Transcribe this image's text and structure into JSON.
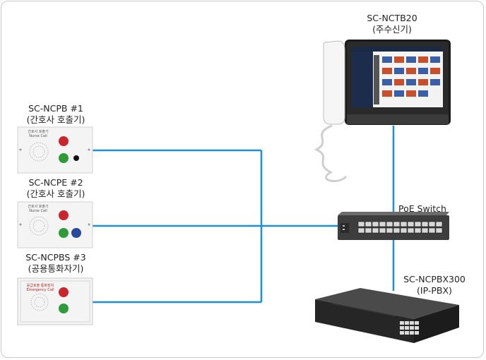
{
  "devices": {
    "master": {
      "name": "SC-NCTB20",
      "subtitle": "(주수신기)"
    },
    "nurse1": {
      "name": "SC-NCPB #1",
      "subtitle": "(간호사 호출기)",
      "panel_title": "간호사 호출기",
      "panel_sub": "Nurse Call"
    },
    "nurse2": {
      "name": "SC-NCPE #2",
      "subtitle": "(간호사 호출기)",
      "panel_title": "간호사 호출기",
      "panel_sub": "Nurse Call"
    },
    "public": {
      "name": "SC-NCPBS #3",
      "subtitle": "(공용통화자기)",
      "panel_title": "응급호출 통화장치",
      "panel_sub": "Emergency Call"
    },
    "switch": {
      "name": "PoE Switch"
    },
    "pbx": {
      "name": "SC-NCPBX300",
      "subtitle": "(IP-PBX)"
    }
  },
  "colors": {
    "link": "#1f8fd6",
    "frame": "#c9c9c9",
    "text": "#222222"
  }
}
